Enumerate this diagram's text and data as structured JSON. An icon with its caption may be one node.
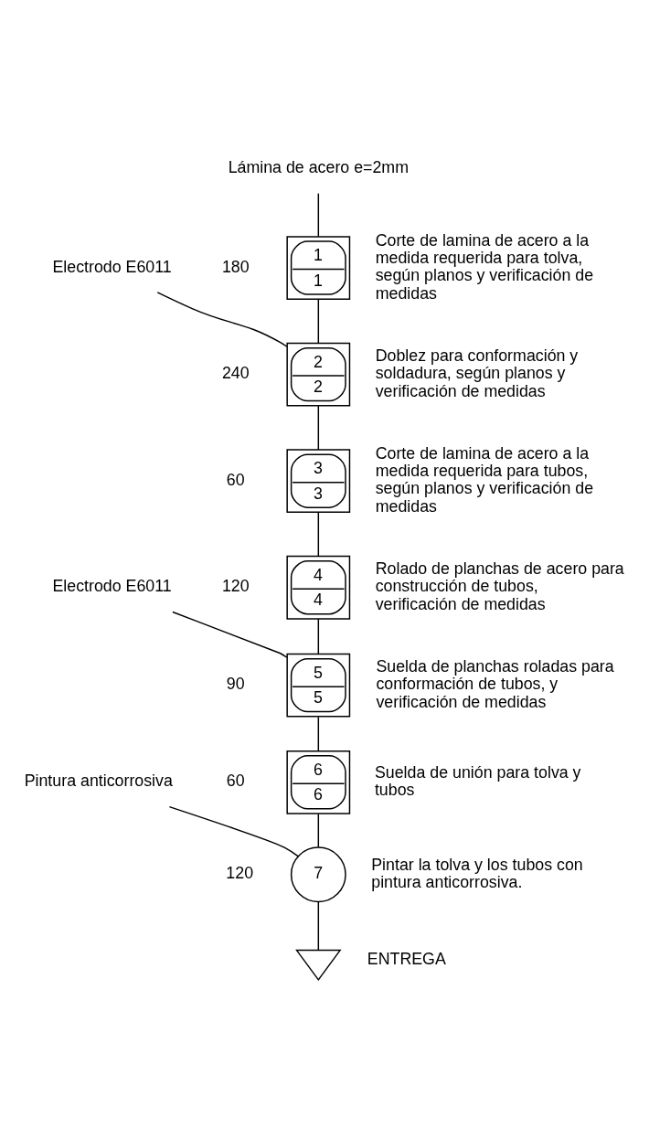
{
  "diagram": {
    "nodes": [
      {
        "text": [
          "Lámina de acero e=2mm"
        ]
      },
      {
        "text": [
          "1",
          "1"
        ],
        "beside": [
          "180",
          "Corte de lamina de acero a la medida requerida para tolva, según planos y verificación de medidas"
        ]
      },
      {
        "text": [
          "Electrodo E6011"
        ]
      },
      {
        "text": [
          "2",
          "2"
        ],
        "beside": [
          "240",
          "Doblez para conformación y soldadura, según planos y verificación de medidas"
        ]
      },
      {
        "text": [
          "3",
          "3"
        ],
        "beside": [
          "60",
          "Corte de lamina de acero a la medida requerida para tubos, según planos y verificación de medidas"
        ]
      },
      {
        "text": [
          "4",
          "4"
        ],
        "beside": [
          "120",
          "Rolado de planchas de acero para construcción de tubos, verificación de medidas"
        ]
      },
      {
        "text": [
          "Electrodo E6011"
        ]
      },
      {
        "text": [
          "5",
          "5"
        ],
        "beside": [
          "90",
          "Suelda de planchas roladas para conformación de tubos, y verificación de medidas"
        ]
      },
      {
        "text": [
          "6",
          "6"
        ],
        "beside": [
          "60",
          "Suelda de unión para tolva y tubos"
        ]
      },
      {
        "text": [
          "Pintura anticorrosiva"
        ]
      },
      {
        "text": [
          "7"
        ],
        "beside": [
          "120",
          "Pintar la tolva y los tubos con pintura anticorrosiva."
        ]
      },
      {
        "text": [],
        "shape": "triangle",
        "beside": [
          "ENTREGA"
        ]
      }
    ],
    "edges": [
      {
        "from": 0,
        "to": 1,
        "arrow": "none"
      },
      {
        "from": 1,
        "to": 3,
        "arrow": "none"
      },
      {
        "from": 2,
        "to": 3,
        "arrow": "none"
      },
      {
        "from": 3,
        "to": 4,
        "arrow": "none"
      },
      {
        "from": 4,
        "to": 5,
        "arrow": "none"
      },
      {
        "from": 5,
        "to": 7,
        "arrow": "none"
      },
      {
        "from": 6,
        "to": 7,
        "arrow": "none"
      },
      {
        "from": 7,
        "to": 8,
        "arrow": "none"
      },
      {
        "from": 8,
        "to": 10,
        "arrow": "none"
      },
      {
        "from": 9,
        "to": 10,
        "arrow": "none"
      },
      {
        "from": 10,
        "to": 11,
        "arrow": "none"
      }
    ]
  }
}
